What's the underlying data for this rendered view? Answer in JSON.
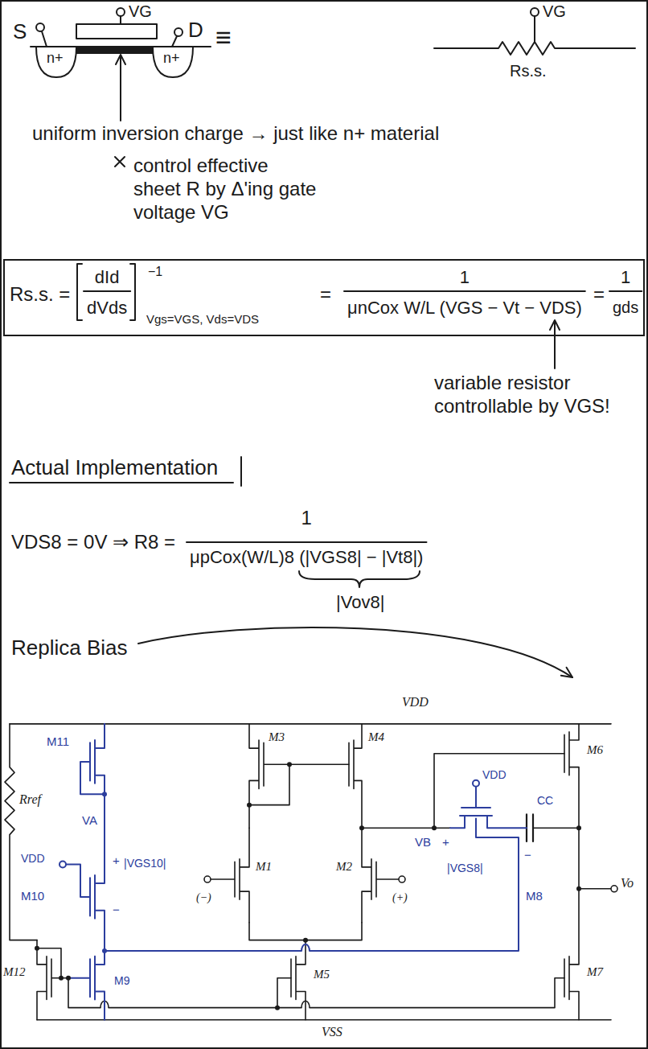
{
  "diagram": {
    "nodes": [
      {
        "text": [
          "Rs.s. =",
          "dId",
          "dVds",
          "−1",
          "Vgs=VGS, Vds=VDS",
          "=",
          "1",
          "μnCox W/L (VGS − Vt − VDS)",
          "=",
          "1",
          "gds"
        ]
      }
    ],
    "labels": [
      "S",
      "VG",
      "D",
      "n+",
      "n+",
      "≡",
      "VG",
      "Rs.s.",
      "uniform inversion charge → just like n+ material",
      "control effective sheet R by Δ'ing gate voltage VG",
      "variable resistor controllable by VGS!",
      "Actual Implementation",
      "VDS8 = 0V ⇒ R8 =",
      "1",
      "μpCox(W/L)8 (|VGS8| − |Vt8|)",
      "|Vov8|",
      "Replica Bias",
      "VDD",
      "M11",
      "VA",
      "+",
      "|VGS10|",
      "−",
      "VDD",
      "M10",
      "Rref",
      "M3",
      "M4",
      "M1",
      "M2",
      "(−)",
      "(+)",
      "VB",
      "+",
      "|VGS8|",
      "−",
      "VDD",
      "M8",
      "CC",
      "M6",
      "Vo",
      "M12",
      "M9",
      "M5",
      "M7",
      "VSS"
    ]
  }
}
